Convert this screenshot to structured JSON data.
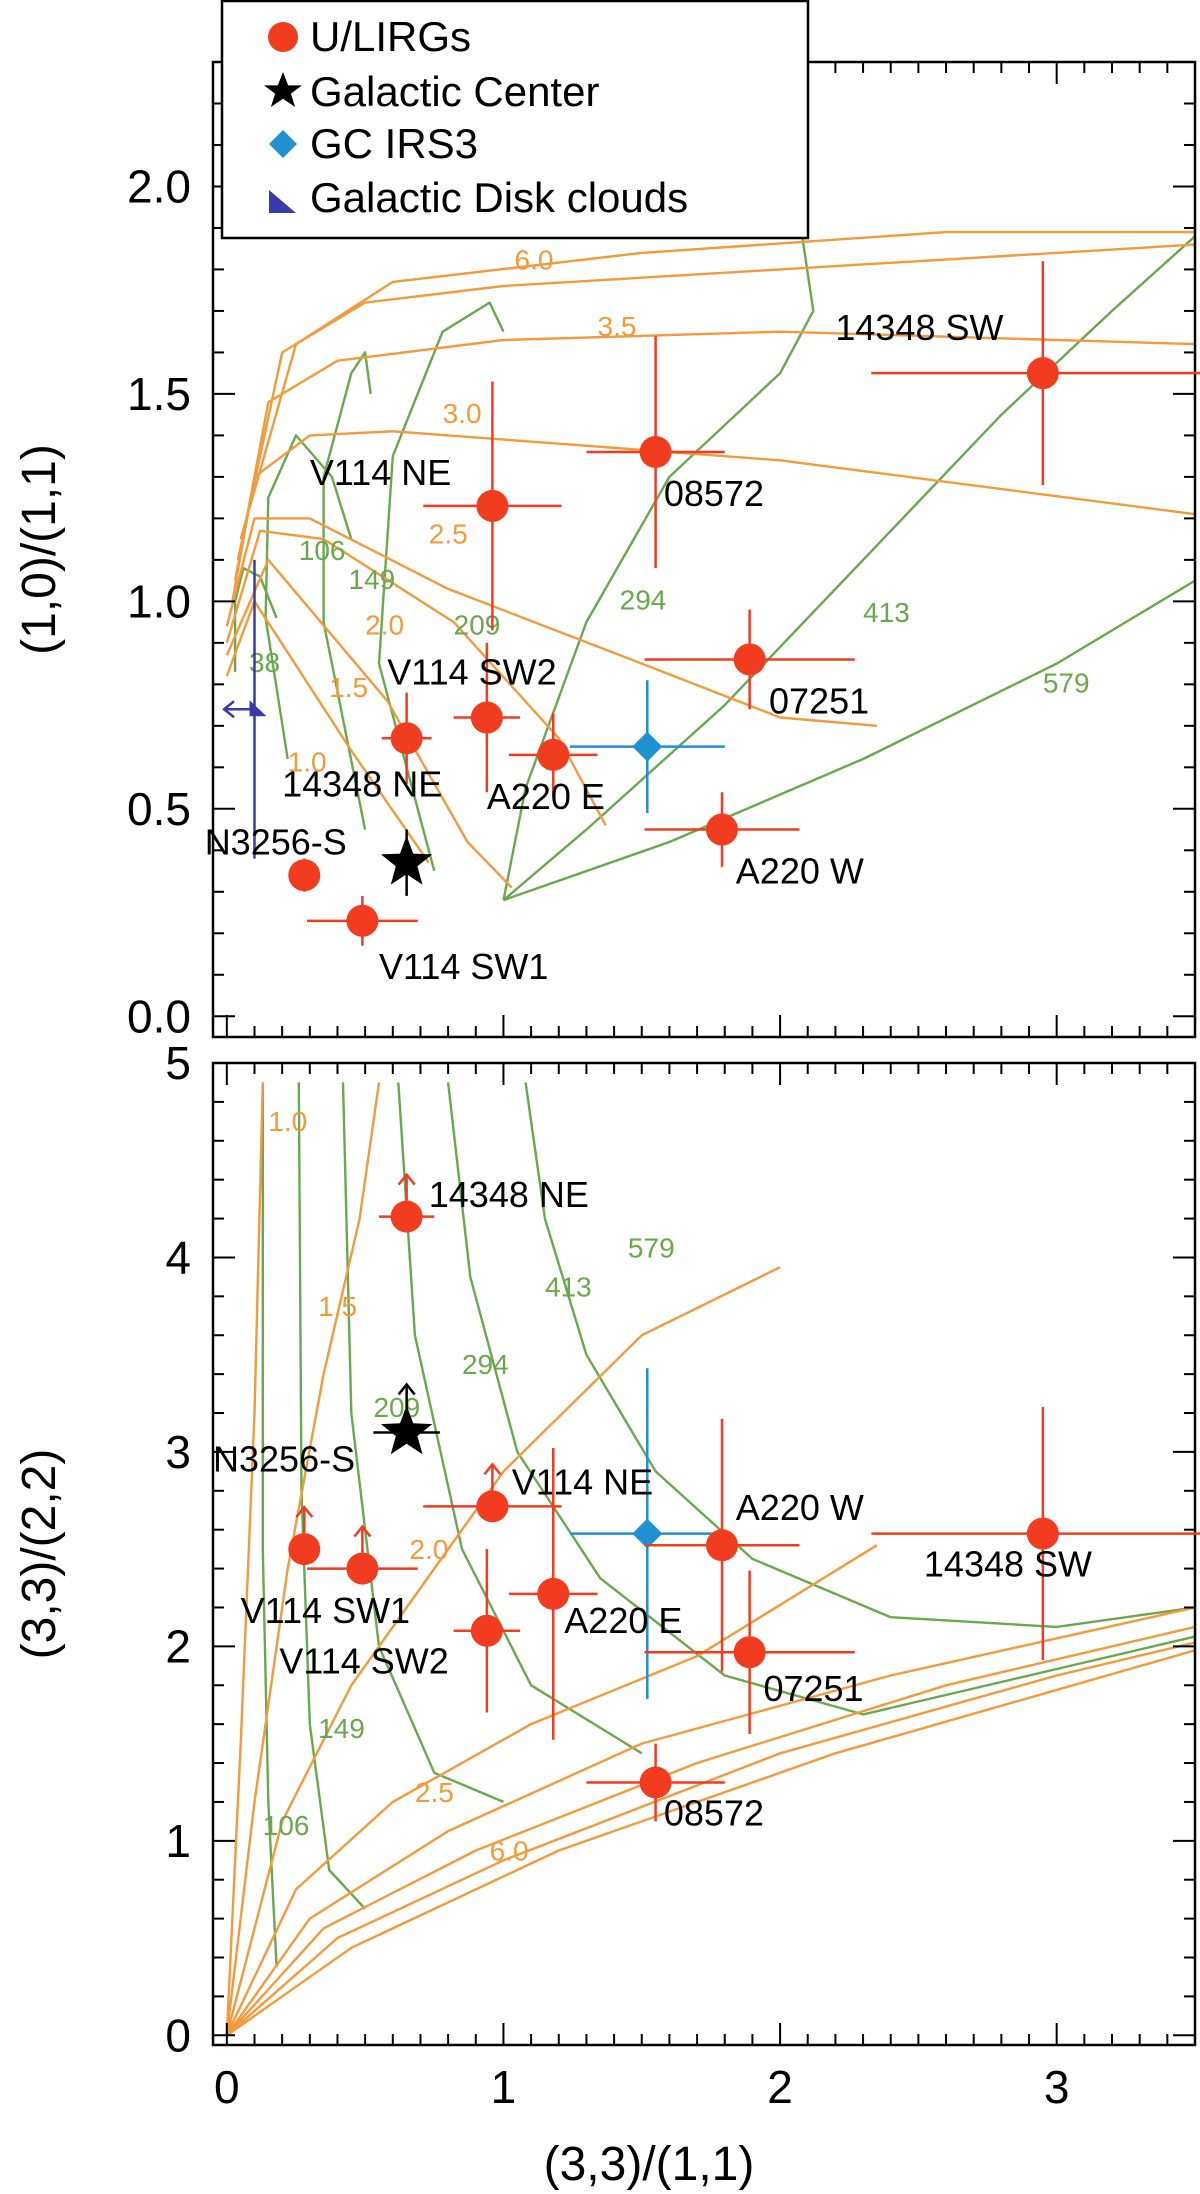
{
  "legend": [
    {
      "label": "U/LIRGs",
      "marker": "circle",
      "color": "#f23c1f"
    },
    {
      "label": "Galactic Center",
      "marker": "star",
      "color": "#000000"
    },
    {
      "label": "GC IRS3",
      "marker": "diamond",
      "color": "#1f90d0"
    },
    {
      "label": "Galactic Disk clouds",
      "marker": "triangle",
      "color": "#3a3aa8"
    }
  ],
  "colors": {
    "density": "#f29a3c",
    "temperature": "#6aa84f",
    "ulirg": "#f23c1f",
    "gc": "#000000",
    "irs3": "#1f90d0",
    "disk": "#3a3aa8"
  },
  "chart_data": [
    {
      "type": "scatter",
      "panel": "top",
      "xlabel": "",
      "ylabel": "(1,0)/(1,1)",
      "xlim": [
        -0.05,
        3.5
      ],
      "ylim": [
        -0.05,
        2.3
      ],
      "xticks": [
        0,
        1,
        2,
        3
      ],
      "xtick_labels": [
        "",
        "",
        "",
        ""
      ],
      "yticks": [
        0.0,
        0.5,
        1.0,
        1.5,
        2.0
      ],
      "ytick_labels": [
        "0.0",
        "0.5",
        "1.0",
        "1.5",
        "2.0"
      ],
      "points": [
        {
          "name": "14348 SW",
          "x": 2.95,
          "y": 1.55,
          "xerr": 0.62,
          "yerr": 0.27,
          "lx": 2.2,
          "ly": 1.63
        },
        {
          "name": "08572",
          "x": 1.55,
          "y": 1.36,
          "xerr": 0.25,
          "yerr": 0.28,
          "lx": 1.58,
          "ly": 1.23
        },
        {
          "name": "V114 NE",
          "x": 0.96,
          "y": 1.23,
          "xerr": 0.25,
          "yerr": 0.3,
          "lx": 0.3,
          "ly": 1.28
        },
        {
          "name": "07251",
          "x": 1.89,
          "y": 0.86,
          "xerr": 0.38,
          "yerr": 0.12,
          "lx": 1.96,
          "ly": 0.73
        },
        {
          "name": "V114 SW2",
          "x": 0.94,
          "y": 0.72,
          "xerr": 0.12,
          "yerr": 0.18,
          "lx": 0.58,
          "ly": 0.8
        },
        {
          "name": "14348 NE",
          "x": 0.65,
          "y": 0.67,
          "xerr": 0.09,
          "yerr": 0.11,
          "lx": 0.2,
          "ly": 0.53
        },
        {
          "name": "A220 E",
          "x": 1.18,
          "y": 0.63,
          "xerr": 0.16,
          "yerr": 0.1,
          "lx": 0.94,
          "ly": 0.5
        },
        {
          "name": "A220 W",
          "x": 1.79,
          "y": 0.45,
          "xerr": 0.28,
          "yerr": 0.09,
          "lx": 1.84,
          "ly": 0.32
        },
        {
          "name": "N3256-S",
          "x": 0.28,
          "y": 0.34,
          "xerr": 0.04,
          "yerr": 0.04,
          "lx": -0.08,
          "ly": 0.39
        },
        {
          "name": "V114 SW1",
          "x": 0.49,
          "y": 0.23,
          "xerr": 0.2,
          "yerr": 0.06,
          "lx": 0.55,
          "ly": 0.09
        }
      ],
      "gc": {
        "x": 0.65,
        "y": 0.37,
        "yerr": 0.08
      },
      "irs3": {
        "x": 1.52,
        "y": 0.65,
        "xerr": 0.28,
        "yerr": 0.16
      },
      "disk": {
        "x": 0.1,
        "y": 0.74,
        "yerr_up": 0.36,
        "yerr_down": 0.36,
        "arrow_dx": 0.11
      },
      "density_labels": [
        {
          "text": "6.0",
          "x": 1.04,
          "y": 1.8
        },
        {
          "text": "3.5",
          "x": 1.34,
          "y": 1.64
        },
        {
          "text": "3.0",
          "x": 0.78,
          "y": 1.43
        },
        {
          "text": "2.5",
          "x": 0.73,
          "y": 1.14
        },
        {
          "text": "2.0",
          "x": 0.5,
          "y": 0.92
        },
        {
          "text": "1.5",
          "x": 0.37,
          "y": 0.77
        },
        {
          "text": "1.0",
          "x": 0.22,
          "y": 0.59
        }
      ],
      "temperature_labels": [
        {
          "text": "106",
          "x": 0.26,
          "y": 1.1
        },
        {
          "text": "149",
          "x": 0.44,
          "y": 1.03
        },
        {
          "text": "209",
          "x": 0.82,
          "y": 0.92
        },
        {
          "text": "294",
          "x": 1.42,
          "y": 0.98
        },
        {
          "text": "413",
          "x": 2.3,
          "y": 0.95
        },
        {
          "text": "579",
          "x": 2.95,
          "y": 0.78
        },
        {
          "text": "38",
          "x": 0.08,
          "y": 0.83
        }
      ],
      "density_curves": [
        [
          [
            0.0,
            0.82
          ],
          [
            0.1,
            1.0
          ],
          [
            0.45,
            0.64
          ],
          [
            0.73,
            0.37
          ]
        ],
        [
          [
            0.0,
            0.87
          ],
          [
            0.15,
            1.1
          ],
          [
            0.58,
            0.76
          ],
          [
            0.87,
            0.42
          ],
          [
            1.03,
            0.31
          ]
        ],
        [
          [
            0.0,
            0.9
          ],
          [
            0.12,
            1.17
          ],
          [
            0.35,
            1.15
          ],
          [
            0.82,
            0.95
          ],
          [
            1.2,
            0.67
          ],
          [
            1.37,
            0.46
          ]
        ],
        [
          [
            0.0,
            0.94
          ],
          [
            0.1,
            1.2
          ],
          [
            0.3,
            1.2
          ],
          [
            0.8,
            1.03
          ],
          [
            1.5,
            0.85
          ],
          [
            2.0,
            0.72
          ],
          [
            2.35,
            0.7
          ]
        ],
        [
          [
            0.02,
            1.0
          ],
          [
            0.1,
            1.3
          ],
          [
            0.3,
            1.4
          ],
          [
            0.6,
            1.41
          ],
          [
            1.2,
            1.38
          ],
          [
            2.0,
            1.34
          ],
          [
            3.5,
            1.21
          ]
        ],
        [
          [
            0.03,
            1.05
          ],
          [
            0.15,
            1.48
          ],
          [
            0.4,
            1.58
          ],
          [
            1.0,
            1.63
          ],
          [
            2.0,
            1.65
          ],
          [
            3.5,
            1.62
          ]
        ],
        [
          [
            0.04,
            1.1
          ],
          [
            0.2,
            1.6
          ],
          [
            0.5,
            1.72
          ],
          [
            1.0,
            1.76
          ],
          [
            2.0,
            1.8
          ],
          [
            3.5,
            1.86
          ]
        ],
        [
          [
            0.05,
            1.15
          ],
          [
            0.25,
            1.62
          ],
          [
            0.6,
            1.77
          ],
          [
            1.5,
            1.84
          ],
          [
            2.6,
            1.89
          ],
          [
            3.5,
            1.89
          ]
        ]
      ],
      "temperature_curves": [
        [
          [
            0.03,
            0.83
          ],
          [
            0.03,
            1.0
          ],
          [
            0.06,
            1.08
          ],
          [
            0.12,
            1.06
          ],
          [
            0.18,
            0.96
          ]
        ],
        [
          [
            0.22,
            0.62
          ],
          [
            0.14,
            0.96
          ],
          [
            0.15,
            1.25
          ],
          [
            0.25,
            1.4
          ],
          [
            0.38,
            1.3
          ],
          [
            0.45,
            1.15
          ]
        ],
        [
          [
            0.5,
            0.45
          ],
          [
            0.35,
            0.95
          ],
          [
            0.35,
            1.3
          ],
          [
            0.45,
            1.55
          ],
          [
            0.5,
            1.6
          ],
          [
            0.52,
            1.5
          ]
        ],
        [
          [
            0.75,
            0.35
          ],
          [
            0.55,
            0.85
          ],
          [
            0.6,
            1.35
          ],
          [
            0.78,
            1.65
          ],
          [
            0.95,
            1.72
          ],
          [
            1.0,
            1.65
          ]
        ],
        [
          [
            1.0,
            0.28
          ],
          [
            1.08,
            0.55
          ],
          [
            1.3,
            0.95
          ],
          [
            1.6,
            1.3
          ],
          [
            2.0,
            1.55
          ],
          [
            2.12,
            1.7
          ],
          [
            2.08,
            1.88
          ]
        ],
        [
          [
            1.0,
            0.28
          ],
          [
            1.3,
            0.45
          ],
          [
            1.8,
            0.75
          ],
          [
            2.3,
            1.1
          ],
          [
            2.8,
            1.45
          ],
          [
            3.2,
            1.7
          ],
          [
            3.5,
            1.88
          ]
        ],
        [
          [
            1.0,
            0.28
          ],
          [
            1.6,
            0.42
          ],
          [
            2.3,
            0.62
          ],
          [
            3.0,
            0.85
          ],
          [
            3.5,
            1.05
          ]
        ]
      ]
    },
    {
      "type": "scatter",
      "panel": "bottom",
      "xlabel": "(3,3)/(1,1)",
      "ylabel": "(3,3)/(2,2)",
      "xlim": [
        -0.05,
        3.5
      ],
      "ylim": [
        -0.05,
        5.0
      ],
      "xticks": [
        0,
        1,
        2,
        3
      ],
      "xtick_labels": [
        "0",
        "1",
        "2",
        "3"
      ],
      "yticks": [
        0,
        1,
        2,
        3,
        4,
        5
      ],
      "ytick_labels": [
        "0",
        "1",
        "2",
        "3",
        "4",
        "5"
      ],
      "points": [
        {
          "name": "14348 NE",
          "x": 0.65,
          "y": 4.21,
          "xerr": 0.1,
          "yerr": 0.0,
          "lower_limit": true,
          "lx": 0.73,
          "ly": 4.26
        },
        {
          "name": "V114 NE",
          "x": 0.96,
          "y": 2.72,
          "xerr": 0.25,
          "yerr": 0.0,
          "lower_limit": true,
          "lx": 1.03,
          "ly": 2.78
        },
        {
          "name": "N3256-S",
          "x": 0.28,
          "y": 2.5,
          "xerr": 0.04,
          "yerr": 0.0,
          "lower_limit": true,
          "lx": -0.05,
          "ly": 2.9
        },
        {
          "name": "V114 SW1",
          "x": 0.49,
          "y": 2.4,
          "xerr": 0.2,
          "yerr": 0.0,
          "lower_limit": true,
          "lx": 0.05,
          "ly": 2.12
        },
        {
          "name": "V114 SW2",
          "x": 0.94,
          "y": 2.08,
          "xerr": 0.12,
          "yerr": 0.42,
          "lx": 0.19,
          "ly": 1.86
        },
        {
          "name": "A220 E",
          "x": 1.18,
          "y": 2.27,
          "xerr": 0.16,
          "yerr": 0.75,
          "lx": 1.22,
          "ly": 2.07
        },
        {
          "name": "A220 W",
          "x": 1.79,
          "y": 2.52,
          "xerr": 0.28,
          "yerr": 0.65,
          "lx": 1.84,
          "ly": 2.65
        },
        {
          "name": "07251",
          "x": 1.89,
          "y": 1.97,
          "xerr": 0.38,
          "yerr": 0.42,
          "lx": 1.94,
          "ly": 1.72
        },
        {
          "name": "14348 SW",
          "x": 2.95,
          "y": 2.58,
          "xerr": 0.62,
          "yerr": 0.65,
          "lx": 2.52,
          "ly": 2.36
        },
        {
          "name": "08572",
          "x": 1.55,
          "y": 1.3,
          "xerr": 0.25,
          "yerr": 0.2,
          "lx": 1.58,
          "ly": 1.08
        }
      ],
      "gc": {
        "x": 0.65,
        "y": 3.1,
        "xerr": 0.12,
        "lower_limit": true
      },
      "irs3": {
        "x": 1.52,
        "y": 2.58,
        "xerr": 0.28,
        "yerr_up": 0.85,
        "yerr_down": 0.85
      },
      "density_labels": [
        {
          "text": "1.0",
          "x": 0.15,
          "y": 4.65
        },
        {
          "text": "1.5",
          "x": 0.33,
          "y": 3.7
        },
        {
          "text": "2.0",
          "x": 0.66,
          "y": 2.45
        },
        {
          "text": "2.5",
          "x": 0.68,
          "y": 1.2
        },
        {
          "text": "6.0",
          "x": 0.95,
          "y": 0.9
        }
      ],
      "temperature_labels": [
        {
          "text": "579",
          "x": 1.45,
          "y": 4.0
        },
        {
          "text": "413",
          "x": 1.15,
          "y": 3.8
        },
        {
          "text": "294",
          "x": 0.85,
          "y": 3.4
        },
        {
          "text": "209",
          "x": 0.53,
          "y": 3.18
        },
        {
          "text": "149",
          "x": 0.33,
          "y": 1.53
        },
        {
          "text": "106",
          "x": 0.13,
          "y": 1.03
        }
      ],
      "density_curves": [
        [
          [
            0.0,
            0.0
          ],
          [
            0.05,
            1.5
          ],
          [
            0.1,
            3.2
          ],
          [
            0.13,
            4.9
          ]
        ],
        [
          [
            0.0,
            0.0
          ],
          [
            0.1,
            1.2
          ],
          [
            0.22,
            2.4
          ],
          [
            0.35,
            3.4
          ],
          [
            0.48,
            4.2
          ],
          [
            0.55,
            4.9
          ]
        ],
        [
          [
            0.0,
            0.0
          ],
          [
            0.2,
            1.1
          ],
          [
            0.45,
            1.8
          ],
          [
            0.7,
            2.3
          ],
          [
            1.0,
            2.9
          ],
          [
            1.5,
            3.6
          ],
          [
            2.0,
            3.95
          ]
        ],
        [
          [
            0.0,
            0.0
          ],
          [
            0.25,
            0.75
          ],
          [
            0.6,
            1.2
          ],
          [
            1.1,
            1.6
          ],
          [
            1.7,
            1.95
          ],
          [
            2.35,
            2.52
          ]
        ],
        [
          [
            0.0,
            0.0
          ],
          [
            0.3,
            0.6
          ],
          [
            0.8,
            1.05
          ],
          [
            1.5,
            1.5
          ],
          [
            2.4,
            1.85
          ],
          [
            3.5,
            2.2
          ]
        ],
        [
          [
            0.0,
            0.0
          ],
          [
            0.35,
            0.55
          ],
          [
            0.9,
            0.95
          ],
          [
            1.7,
            1.4
          ],
          [
            2.6,
            1.8
          ],
          [
            3.5,
            2.1
          ]
        ],
        [
          [
            0.0,
            0.0
          ],
          [
            0.4,
            0.5
          ],
          [
            1.0,
            0.9
          ],
          [
            2.0,
            1.45
          ],
          [
            3.0,
            1.85
          ],
          [
            3.5,
            2.02
          ]
        ],
        [
          [
            0.0,
            0.0
          ],
          [
            0.45,
            0.45
          ],
          [
            1.2,
            0.95
          ],
          [
            2.2,
            1.45
          ],
          [
            3.5,
            1.98
          ]
        ]
      ],
      "temperature_curves": [
        [
          [
            0.13,
            4.9
          ],
          [
            0.13,
            2.5
          ],
          [
            0.15,
            1.2
          ],
          [
            0.18,
            0.35
          ]
        ],
        [
          [
            0.26,
            4.9
          ],
          [
            0.27,
            2.8
          ],
          [
            0.3,
            1.6
          ],
          [
            0.37,
            0.85
          ],
          [
            0.5,
            0.65
          ]
        ],
        [
          [
            0.42,
            4.9
          ],
          [
            0.45,
            3.2
          ],
          [
            0.55,
            2.0
          ],
          [
            0.75,
            1.35
          ],
          [
            1.0,
            1.2
          ]
        ],
        [
          [
            0.62,
            4.9
          ],
          [
            0.68,
            3.6
          ],
          [
            0.85,
            2.5
          ],
          [
            1.1,
            1.8
          ],
          [
            1.5,
            1.45
          ]
        ],
        [
          [
            0.8,
            4.9
          ],
          [
            0.88,
            3.9
          ],
          [
            1.05,
            3.0
          ],
          [
            1.35,
            2.35
          ],
          [
            1.8,
            1.85
          ],
          [
            2.3,
            1.65
          ],
          [
            3.5,
            2.05
          ]
        ],
        [
          [
            1.08,
            4.9
          ],
          [
            1.15,
            4.2
          ],
          [
            1.3,
            3.5
          ],
          [
            1.55,
            2.9
          ],
          [
            1.9,
            2.45
          ],
          [
            2.4,
            2.15
          ],
          [
            3.0,
            2.1
          ],
          [
            3.5,
            2.2
          ]
        ]
      ]
    }
  ]
}
